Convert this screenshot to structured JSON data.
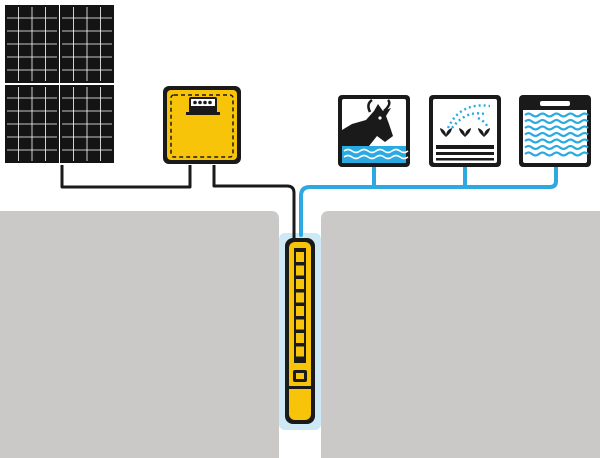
{
  "diagram": {
    "kind": "solar-water-pumping-system",
    "components": [
      {
        "id": "solar-panel-array",
        "icon": "solar-panel-icon",
        "panels": 4
      },
      {
        "id": "pump-controller",
        "icon": "controller-icon"
      },
      {
        "id": "submersible-pump",
        "icon": "pump-icon"
      },
      {
        "id": "livestock-watering",
        "icon": "cow-icon"
      },
      {
        "id": "irrigation",
        "icon": "sprinkler-icon"
      },
      {
        "id": "water-storage-tank",
        "icon": "tank-icon"
      }
    ],
    "colors": {
      "ground": "#cbc9c8",
      "borehole_water": "#cde9f5",
      "water_pipe": "#2ea8e0",
      "water_wave": "#29aae1",
      "cable": "#1a1a1a",
      "pump_body": "#f7c40a",
      "controller_body": "#f7c40a",
      "panel_cell": "#141414",
      "panel_grid": "#ffffff"
    }
  }
}
